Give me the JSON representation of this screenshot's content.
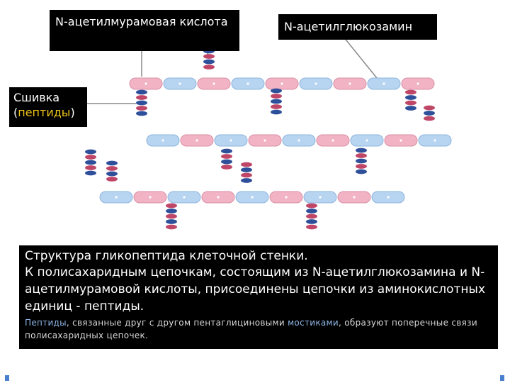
{
  "labels": {
    "nam": "N-ацетилмурамовая кислота",
    "nag": "N-ацетилглюкозамин",
    "crosslink_prefix": "Сшивка (",
    "crosslink_highlight": "пептиды",
    "crosslink_suffix": ")"
  },
  "caption": {
    "title": "Структура гликопептида клеточной стенки.",
    "main": "К полисахаридным цепочкам, состоящим из N-ацетилглюкозамина и N-ацетилмурамовой кислоты, присоединены цепочки из аминокислотных единиц - пептиды.",
    "note_highlight_1": "Пептиды",
    "note_part_1": ", связанные друг с другом пентаглициновыми ",
    "note_highlight_2": "мостиками",
    "note_part_2": ", образуют поперечные связи полисахаридных цепочек."
  },
  "colors": {
    "nam_sugar": "#f2b3c4",
    "nag_sugar": "#b7d4f0",
    "peptide_bead": "#2e4f9a",
    "peptide_bead_alt": "#c04668",
    "leader_line": "#8a8a8a",
    "label_background": "#000000",
    "crosslink_highlight": "#f0c419"
  }
}
